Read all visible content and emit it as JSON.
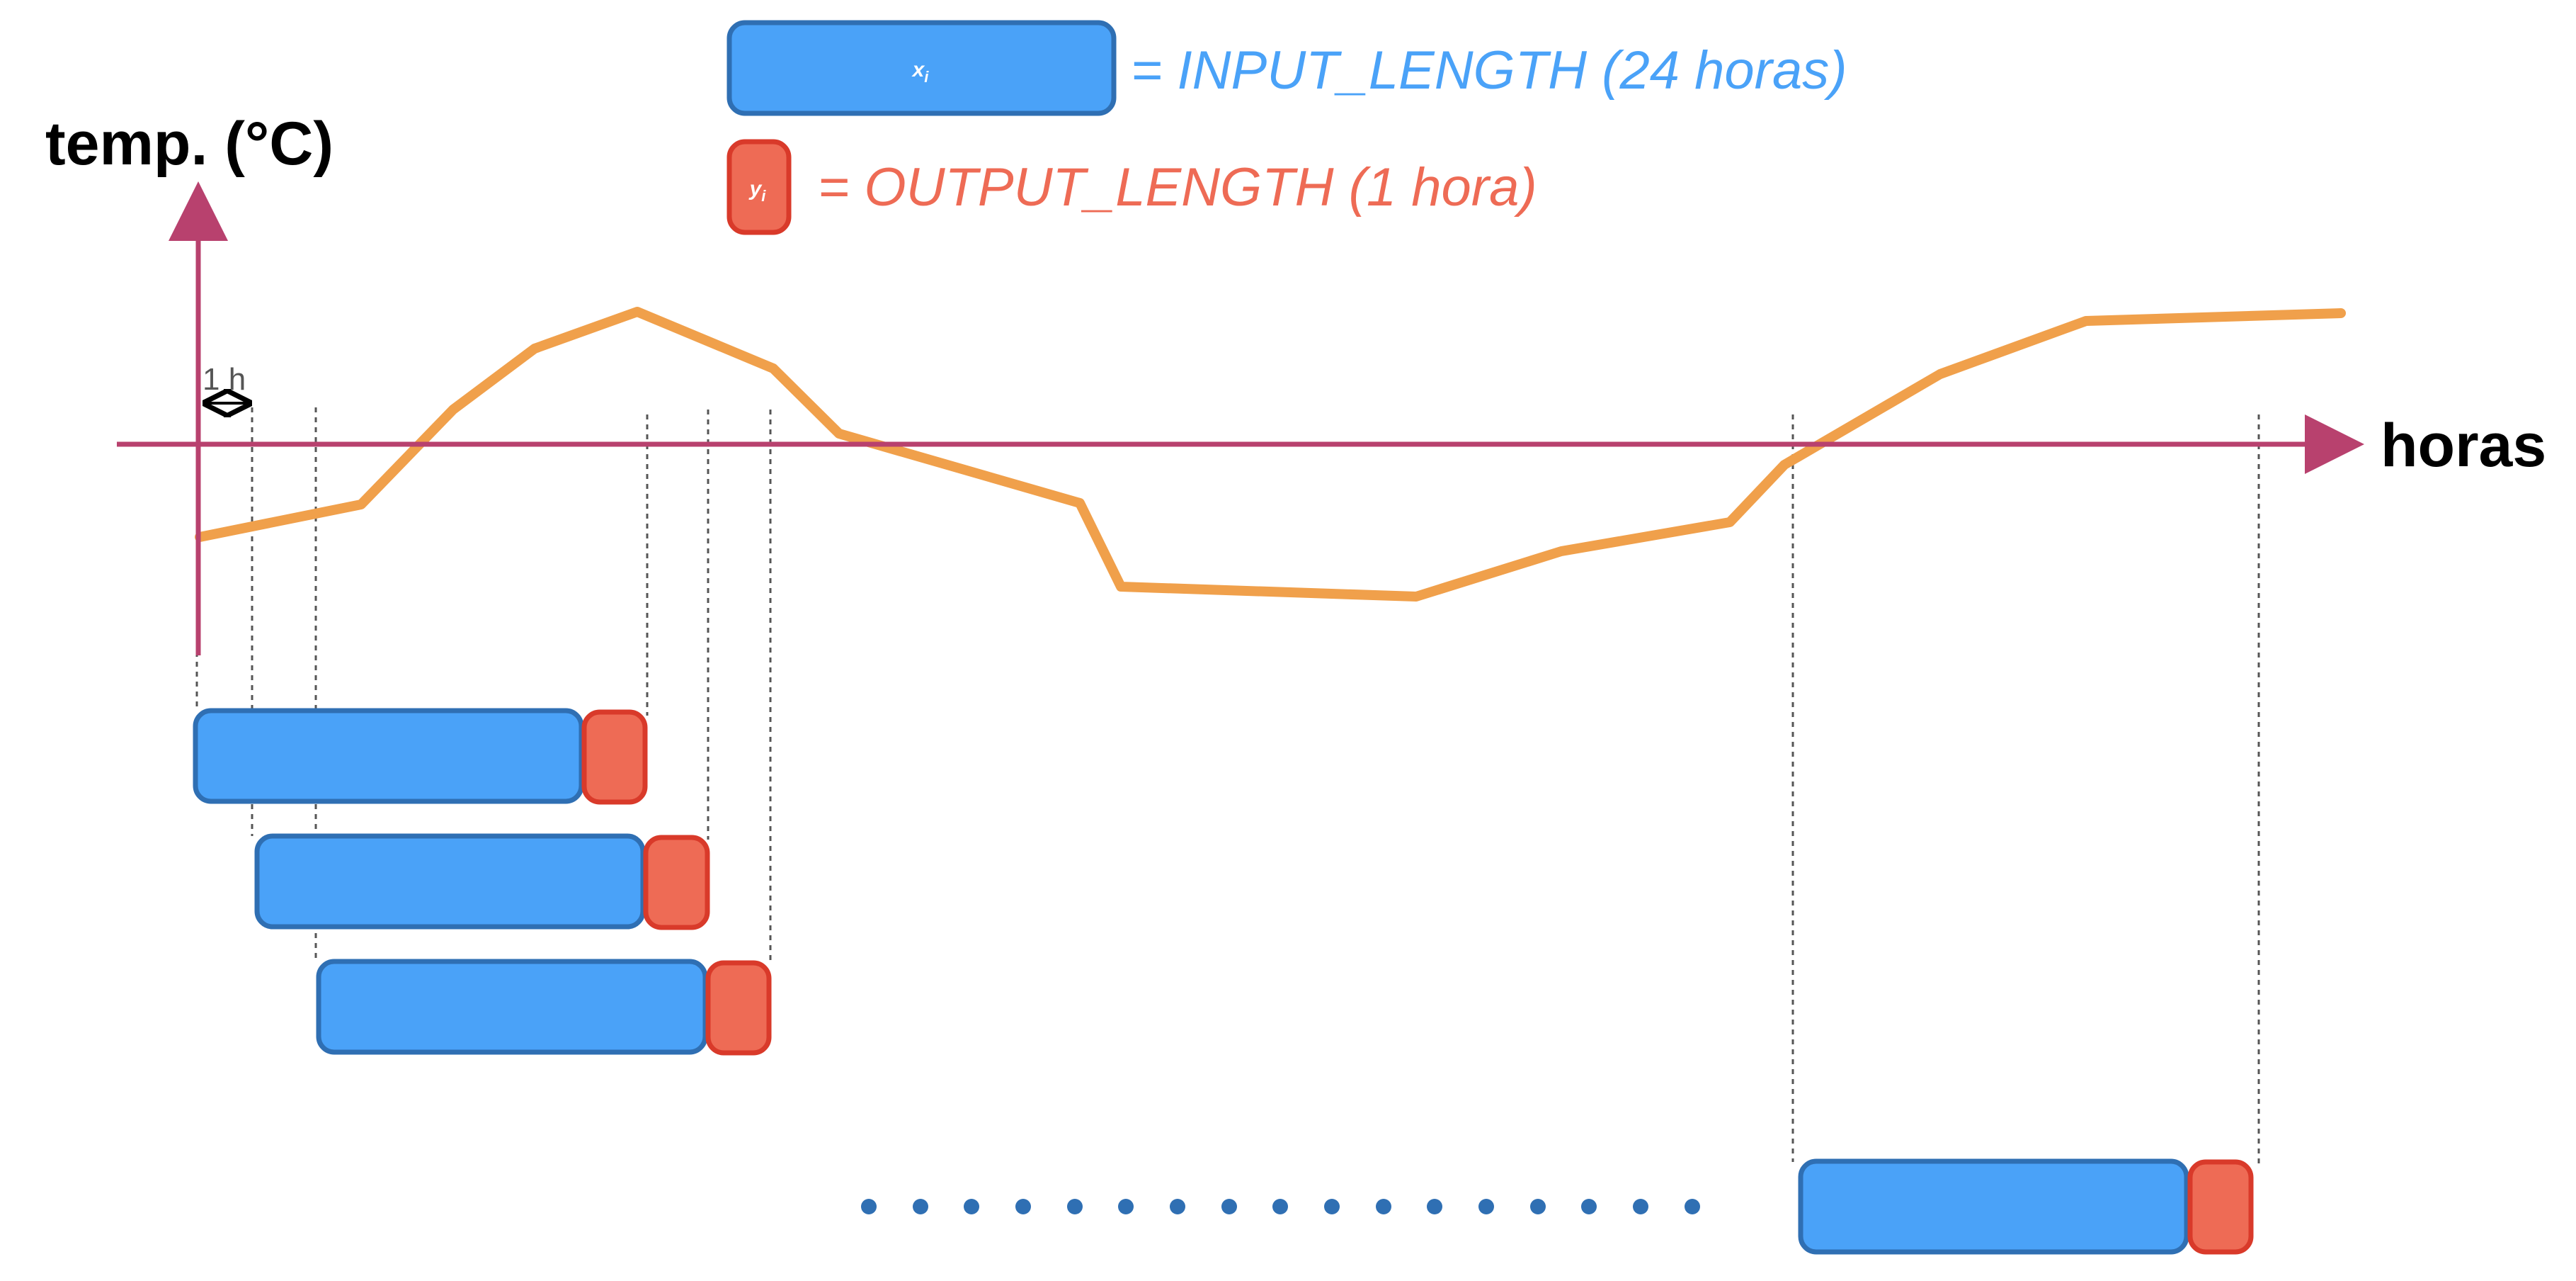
{
  "legend": {
    "input_box_label": "x",
    "input_box_sub": "i",
    "input_text": "= INPUT_LENGTH (24 horas)",
    "output_box_label": "y",
    "output_box_sub": "i",
    "output_text": "= OUTPUT_LENGTH (1 hora)"
  },
  "axes": {
    "y_label": "temp. (°C)",
    "x_label": "horas"
  },
  "step_label": "1 h",
  "colors": {
    "input_fill": "#4aa2f8",
    "input_stroke": "#2f6fb3",
    "output_fill": "#ee6b55",
    "output_stroke": "#d93a2a",
    "input_text": "#4aa2f8",
    "output_text": "#ee6b55",
    "axis": "#b8416e",
    "curve": "#f0a04b",
    "dots": "#2f6fb3",
    "guides": "#555555",
    "step": "#555555"
  }
}
